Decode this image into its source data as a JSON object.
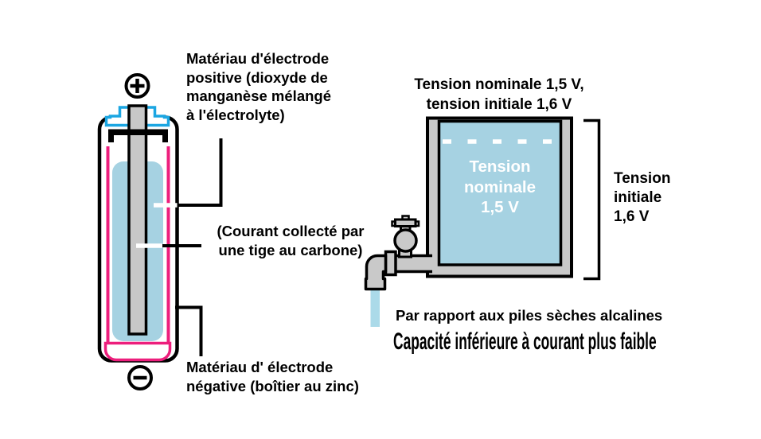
{
  "battery": {
    "positive_terminal_symbol": "+",
    "negative_terminal_symbol": "−",
    "positive_label": "Matériau d'électrode\npositive (dioxyde de\nmanganèse mélangé\nà l'électrolyte)",
    "collector_label": "(Courant collecté par\nune tige au carbone)",
    "negative_label": "Matériau d' électrode\nnégative (boîtier au zinc)"
  },
  "tank": {
    "header_label": "Tension nominale 1,5 V,\ntension initiale 1,6 V",
    "level_label": "Tension\nnominale\n1,5 V",
    "bracket_label": "Tension\ninitiale\n1,6 V"
  },
  "footer": {
    "comparison": "Par rapport aux piles sèches alcalines",
    "capacity": "Capacité inférieure à courant plus faible"
  },
  "colors": {
    "liquid_blue": "#a6d2e2",
    "stream_blue": "#abdae9",
    "pink": "#ed1e7c",
    "cyan": "#1ba6e2",
    "metal_gray": "#c9c9c9",
    "rod_gray": "#c8c8c8",
    "ink": "#000000"
  }
}
